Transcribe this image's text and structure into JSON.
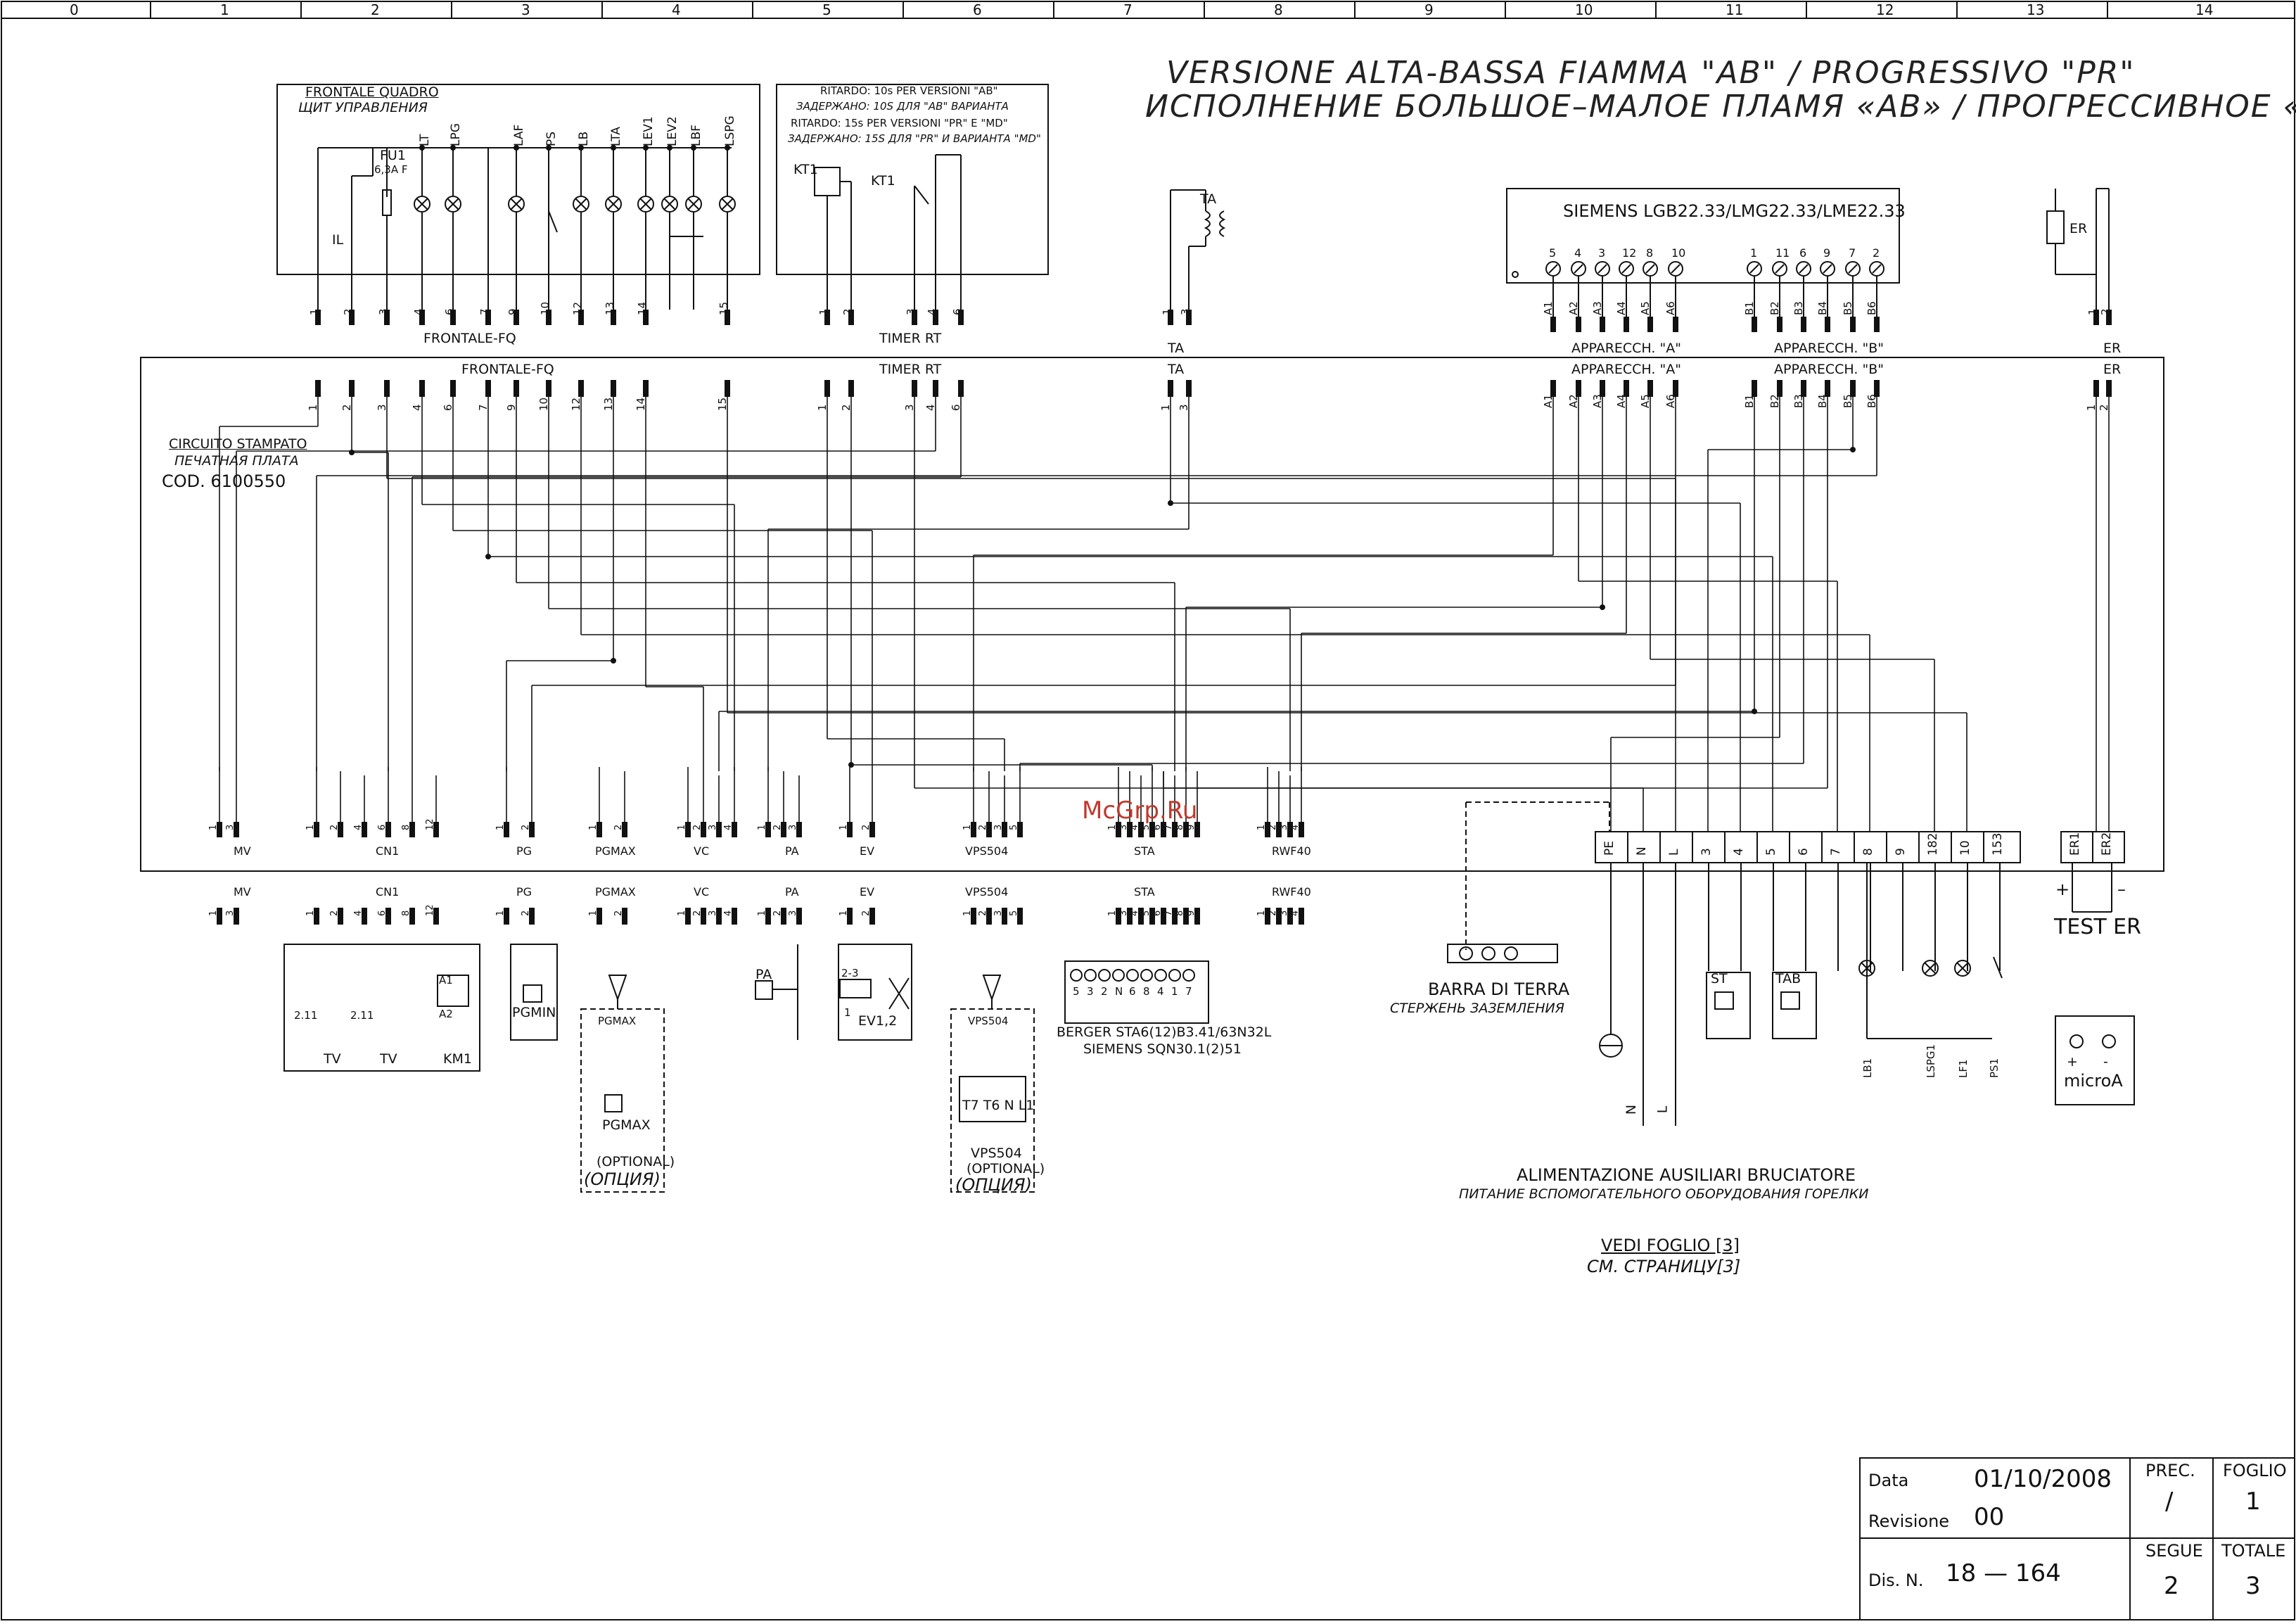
{
  "column_ruler": [
    "0",
    "1",
    "2",
    "3",
    "4",
    "5",
    "6",
    "7",
    "8",
    "9",
    "10",
    "11",
    "12",
    "13",
    "14"
  ],
  "titles": {
    "line1": "VERSIONE ALTA-BASSA FIAMMA \"AB\" / PROGRESSIVO \"PR\"",
    "line2": "ИСПОЛНЕНИЕ БОЛЬШОЕ–МАЛОЕ ПЛАМЯ «AB» / ПРОГРЕССИВНОЕ «PR»"
  },
  "frontale": {
    "title_it": "FRONTALE QUADRO",
    "title_ru": "ЩИТ УПРАВЛЕНИЯ",
    "fuse": "FU1",
    "fuse_rating": "6,3A F",
    "switch": "IL",
    "lamps": [
      "LT",
      "LPG",
      "LAF",
      "PS",
      "LB",
      "LTA",
      "LEV1",
      "LEV2",
      "LBF",
      "LSPG"
    ],
    "terminals": [
      "1",
      "2",
      "3",
      "4",
      "6",
      "7",
      "9",
      "10",
      "12",
      "13",
      "14",
      "15"
    ],
    "connector": "FRONTALE-FQ"
  },
  "timer": {
    "line1": "RITARDO:  10s  PER VERSIONI  \"AB\"",
    "line2": "ЗАДЕРЖАНО: 10S ДЛЯ  \"AB\" ВАРИАНТА",
    "line3": "RITARDO:  15s PER VERSIONI  \"PR\"  E  \"MD\"",
    "line4": "ЗАДЕРЖАНО: 15S ДЛЯ  \"PR\" И ВАРИАНТА  \"MD\"",
    "relay1": "KT1",
    "relay2": "KT1",
    "terminals": [
      "1",
      "2",
      "3",
      "4",
      "6"
    ],
    "connector": "TIMER RT"
  },
  "ta": {
    "label": "TA",
    "terminals": [
      "1",
      "3"
    ],
    "connector": "TA"
  },
  "siemens": {
    "title": "SIEMENS LGB22.33/LMG22.33/LME22.33",
    "a_numbers": [
      "5",
      "4",
      "3",
      "12",
      "8",
      "10"
    ],
    "b_numbers": [
      "1",
      "11",
      "6",
      "9",
      "7",
      "2"
    ],
    "a_terms": [
      "A1",
      "A2",
      "A3",
      "A4",
      "A5",
      "A6"
    ],
    "b_terms": [
      "B1",
      "B2",
      "B3",
      "B4",
      "B5",
      "B6"
    ],
    "conn_a": "APPARECCH. \"A\"",
    "conn_b": "APPARECCH. \"B\""
  },
  "er": {
    "label": "ER",
    "terminals": [
      "1",
      "2"
    ],
    "connector": "ER"
  },
  "pcb": {
    "name_it": "CIRCUITO STAMPATO",
    "name_ru": "ПЕЧАТНАЯ ПЛАТА",
    "code": "COD. 6100550"
  },
  "bottom_connectors": [
    {
      "name": "MV",
      "pins": [
        "1",
        "3"
      ]
    },
    {
      "name": "CN1",
      "pins": [
        "1",
        "2",
        "4",
        "6",
        "8",
        "12"
      ]
    },
    {
      "name": "PG",
      "pins": [
        "1",
        "2"
      ]
    },
    {
      "name": "PGMAX",
      "pins": [
        "1",
        "2"
      ]
    },
    {
      "name": "VC",
      "pins": [
        "1",
        "2",
        "3",
        "4"
      ]
    },
    {
      "name": "PA",
      "pins": [
        "1",
        "2",
        "3"
      ]
    },
    {
      "name": "EV",
      "pins": [
        "1",
        "2"
      ]
    },
    {
      "name": "VPS504",
      "pins": [
        "1",
        "2",
        "3",
        "5"
      ]
    },
    {
      "name": "STA",
      "pins": [
        "1",
        "3",
        "4",
        "5",
        "6",
        "7",
        "8",
        "9"
      ]
    },
    {
      "name": "RWF40",
      "pins": [
        "1",
        "2",
        "3",
        "4"
      ]
    }
  ],
  "terminal_block": [
    "PE",
    "N",
    "L",
    "3",
    "4",
    "5",
    "6",
    "7",
    "8",
    "9",
    "182",
    "10",
    "153"
  ],
  "er_block": [
    "ER1",
    "ER2"
  ],
  "tester": {
    "plus": "+",
    "minus": "–",
    "label": "TEST ER",
    "meter": "microA",
    "meter_plus": "+",
    "meter_minus": "-"
  },
  "devices": {
    "tv1": "TV",
    "tv2": "TV",
    "km1": "KM1",
    "a1": "A1",
    "a2": "A2",
    "tv_pin1": "2.11",
    "tv_pin2": "2.11",
    "pgmin": "PGMIN",
    "pgmax_opt_title": "PGMAX",
    "pgmax_opt_device": "PGMAX",
    "pgmax_opt_it": "(OPTIONAL)",
    "pgmax_opt_ru": "(ОПЦИЯ)",
    "pa": "PA",
    "ev": "EV1,2",
    "ev_pins": "2-3",
    "ev_pin1": "1",
    "vps_opt_title": "VPS504",
    "vps_opt_pins": "T7 T6  N  L1",
    "vps_opt_name": "VPS504",
    "vps_opt_it": "(OPTIONAL)",
    "vps_opt_ru": "(ОПЦИЯ)",
    "sta_pins": [
      "5",
      "3",
      "2",
      "N",
      "6",
      "8",
      "4",
      "1",
      "7"
    ],
    "sta_line1": "BERGER STA6(12)B3.41/63N32L",
    "sta_line2": "SIEMENS SQN30.1(2)51",
    "earth_it": "BARRA DI TERRA",
    "earth_ru": "СТЕРЖЕНЬ ЗАЗЕМЛЕНИЯ",
    "st": "ST",
    "tab": "TAB",
    "lamps_bottom": [
      "LB1",
      "LSPG1",
      "LF1",
      "PS1"
    ],
    "feed_n": "N",
    "feed_l": "L"
  },
  "aux": {
    "it": "ALIMENTAZIONE AUSILIARI BRUCIATORE",
    "ru": "ПИТАНИЕ ВСПОМОГАТЕЛЬНОГО ОБОРУДОВАНИЯ ГОРЕЛКИ",
    "vedi_it": "VEDI FOGLIO [3]",
    "vedi_ru": "СМ. СТРАНИЦУ[3]"
  },
  "watermark": "McGrp.Ru",
  "title_block": {
    "data_label": "Data",
    "data_value": "01/10/2008",
    "rev_label": "Revisione",
    "rev_value": "00",
    "dis_label": "Dis. N.",
    "dis_value": "18  —  164",
    "prec_label": "PREC.",
    "prec_value": "/",
    "foglio_label": "FOGLIO",
    "foglio_value": "1",
    "segue_label": "SEGUE",
    "segue_value": "2",
    "totale_label": "TOTALE",
    "totale_value": "3"
  }
}
